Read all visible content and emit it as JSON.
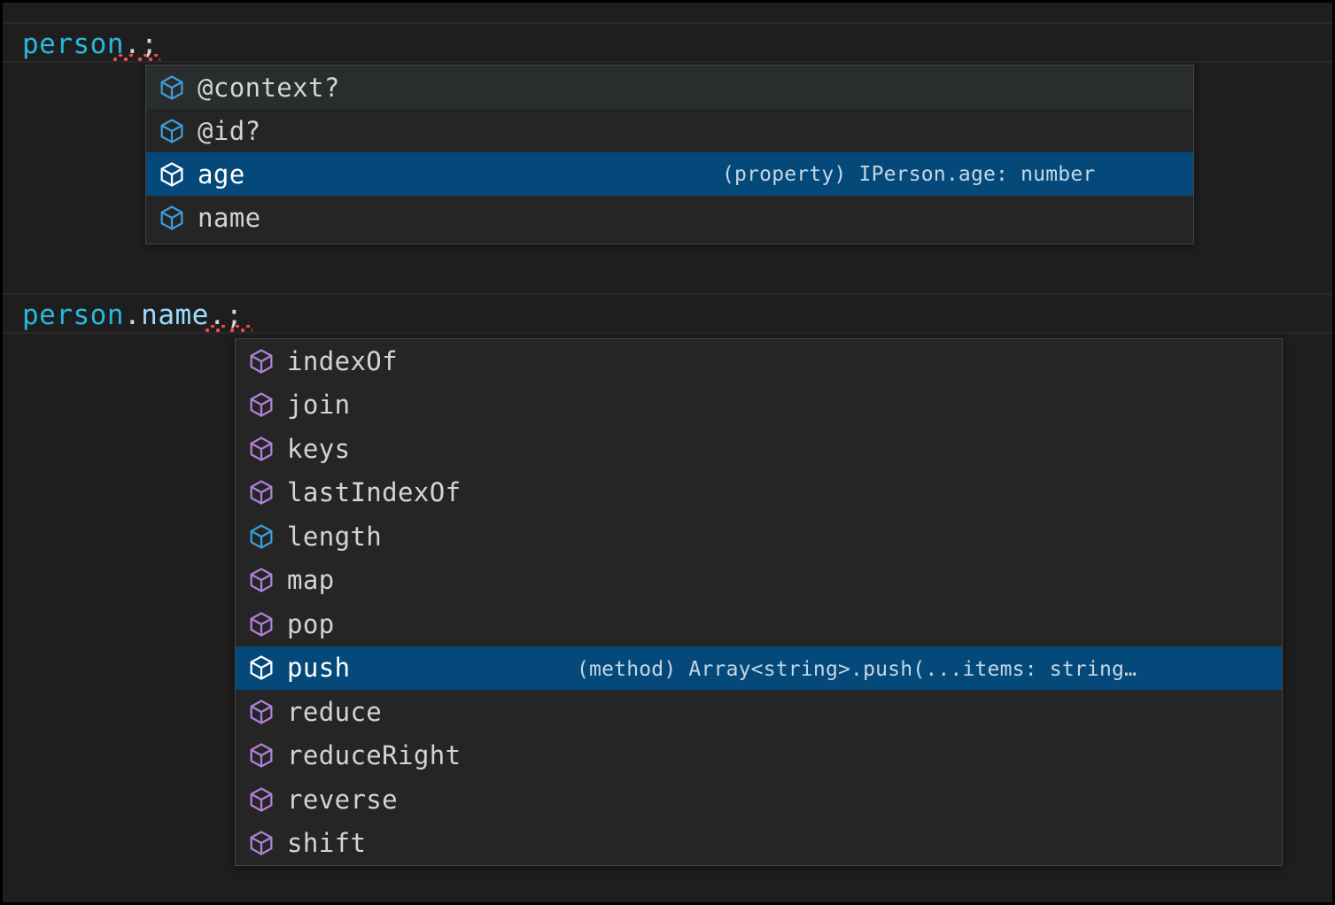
{
  "editor": {
    "theme_background": "#1E1E1E",
    "selection_color": "#04497A",
    "error_squiggle_color": "#F14C4C",
    "lines": [
      {
        "id": "line-1",
        "tokens": [
          {
            "text": "person",
            "kind": "variable",
            "color": "#29B8DB"
          },
          {
            "text": ".",
            "kind": "punctuation",
            "color": "#D4D4D4"
          },
          {
            "text": ";",
            "kind": "punctuation",
            "color": "#D4D4D4"
          }
        ],
        "plain": "person.;"
      },
      {
        "id": "line-2",
        "tokens": [
          {
            "text": "person",
            "kind": "variable",
            "color": "#29B8DB"
          },
          {
            "text": ".",
            "kind": "punctuation",
            "color": "#D4D4D4"
          },
          {
            "text": "name",
            "kind": "property",
            "color": "#9CDCFE"
          },
          {
            "text": ".",
            "kind": "punctuation",
            "color": "#D4D4D4"
          },
          {
            "text": ";",
            "kind": "punctuation",
            "color": "#D4D4D4"
          }
        ],
        "plain": "person.name.;"
      }
    ]
  },
  "suggest_widgets": [
    {
      "id": "suggest-widget-person",
      "for_expression": "person.",
      "items": [
        {
          "label": "@context?",
          "icon": "property-cube-icon",
          "icon_color": "#3C9CD8",
          "state": "hovered",
          "detail": ""
        },
        {
          "label": "@id?",
          "icon": "property-cube-icon",
          "icon_color": "#3C9CD8",
          "state": "normal",
          "detail": ""
        },
        {
          "label": "age",
          "icon": "property-cube-icon",
          "icon_color": "#FFFFFF",
          "state": "selected",
          "detail": "(property) IPerson.age: number"
        },
        {
          "label": "name",
          "icon": "property-cube-icon",
          "icon_color": "#3C9CD8",
          "state": "normal",
          "detail": ""
        }
      ]
    },
    {
      "id": "suggest-widget-person-name",
      "for_expression": "person.name.",
      "items": [
        {
          "label": "indexOf",
          "icon": "method-cube-icon",
          "icon_color": "#B180D7",
          "state": "normal",
          "detail": ""
        },
        {
          "label": "join",
          "icon": "method-cube-icon",
          "icon_color": "#B180D7",
          "state": "normal",
          "detail": ""
        },
        {
          "label": "keys",
          "icon": "method-cube-icon",
          "icon_color": "#B180D7",
          "state": "normal",
          "detail": ""
        },
        {
          "label": "lastIndexOf",
          "icon": "method-cube-icon",
          "icon_color": "#B180D7",
          "state": "normal",
          "detail": ""
        },
        {
          "label": "length",
          "icon": "property-cube-icon",
          "icon_color": "#3C9CD8",
          "state": "normal",
          "detail": ""
        },
        {
          "label": "map",
          "icon": "method-cube-icon",
          "icon_color": "#B180D7",
          "state": "normal",
          "detail": ""
        },
        {
          "label": "pop",
          "icon": "method-cube-icon",
          "icon_color": "#B180D7",
          "state": "normal",
          "detail": ""
        },
        {
          "label": "push",
          "icon": "method-cube-icon",
          "icon_color": "#FFFFFF",
          "state": "selected",
          "detail": "(method) Array<string>.push(...items: string…"
        },
        {
          "label": "reduce",
          "icon": "method-cube-icon",
          "icon_color": "#B180D7",
          "state": "normal",
          "detail": ""
        },
        {
          "label": "reduceRight",
          "icon": "method-cube-icon",
          "icon_color": "#B180D7",
          "state": "normal",
          "detail": ""
        },
        {
          "label": "reverse",
          "icon": "method-cube-icon",
          "icon_color": "#B180D7",
          "state": "normal",
          "detail": ""
        },
        {
          "label": "shift",
          "icon": "method-cube-icon",
          "icon_color": "#B180D7",
          "state": "normal",
          "detail": ""
        }
      ]
    }
  ]
}
